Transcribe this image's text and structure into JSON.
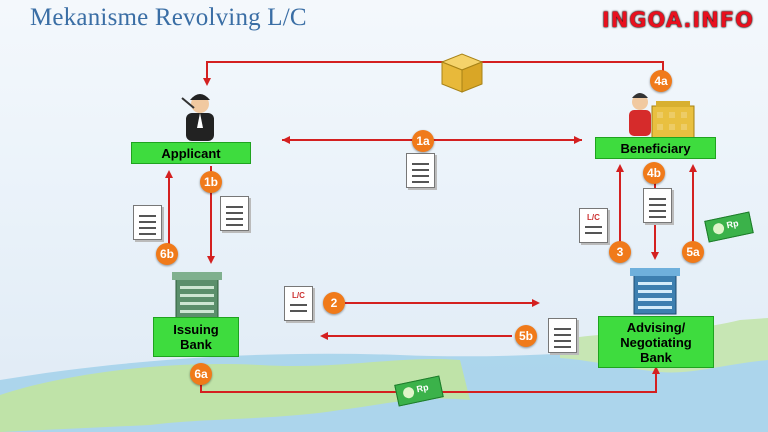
{
  "title": "Mekanisme Revolving L/C",
  "brand": "INGOA.INFO",
  "nodes": {
    "applicant": "Applicant",
    "beneficiary": "Beneficiary",
    "issuing_bank": "Issuing\nBank",
    "advising_bank": "Advising/\nNegotiating\nBank"
  },
  "steps": {
    "s1a": "1a",
    "s1b": "1b",
    "s2": "2",
    "s3": "3",
    "s4a": "4a",
    "s4b": "4b",
    "s5a": "5a",
    "s5b": "5b",
    "s6a": "6a",
    "s6b": "6b"
  },
  "doc_labels": {
    "lc": "L/C"
  },
  "money_label": "Rp",
  "colors": {
    "arrow": "#d42020",
    "node": "#3edc3e",
    "badge": "#f07a1a",
    "title": "#3a6ea5",
    "brand": "#e8101e"
  }
}
